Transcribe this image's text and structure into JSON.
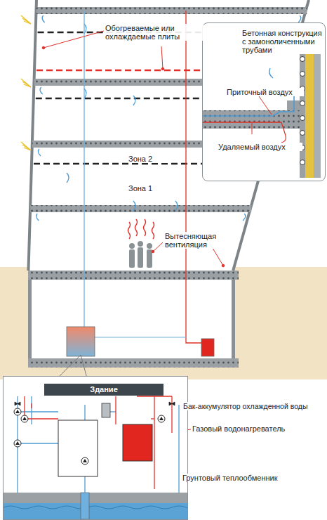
{
  "diagram": {
    "nodes": [
      {
        "text": [
          "Бетонная конструкция с замоноличенными трубами",
          "Приточный воздух",
          "Удаляемый воздух"
        ]
      },
      {
        "text": [
          "Здание"
        ]
      }
    ],
    "labels": [
      "Обогреваемые или охлаждаемые плиты",
      "Зона 2",
      "Зона 1",
      "Вытесняющая вентиляция",
      "Бак-аккумулятор охлажденной воды",
      "Газовый водонагреватель",
      "Грунтовый теплообменник"
    ]
  }
}
